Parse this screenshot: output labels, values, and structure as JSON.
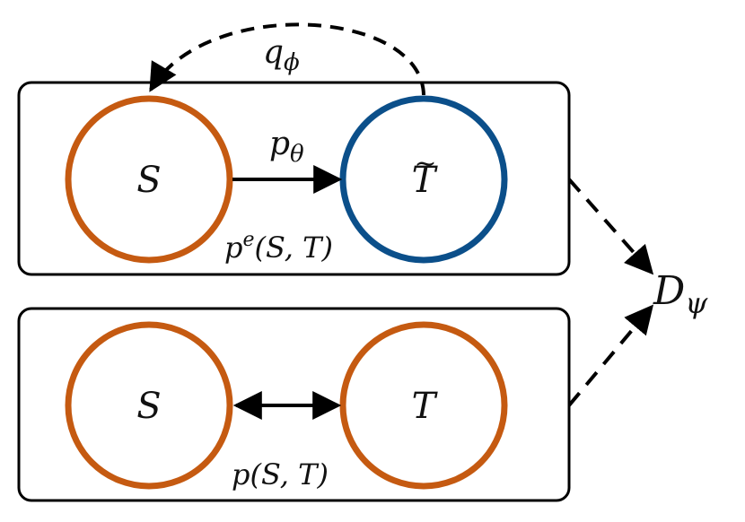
{
  "colors": {
    "orange": "#C55A11",
    "blue": "#0B4F8A",
    "stroke": "#000000"
  },
  "top_panel": {
    "node_left": {
      "var": "S"
    },
    "node_right": {
      "var": "T",
      "accent": "~"
    },
    "arrow_label": {
      "base": "p",
      "sub": "θ"
    },
    "dist_label": {
      "base": "p",
      "sup": "e",
      "args": "(S, T)"
    }
  },
  "bottom_panel": {
    "node_left": {
      "var": "S"
    },
    "node_right": {
      "var": "T"
    },
    "dist_label": {
      "base": "p",
      "args": "(S, T)"
    }
  },
  "feedback_label": {
    "base": "q",
    "sub": "ϕ"
  },
  "discriminator": {
    "base": "D",
    "sub": "ψ"
  }
}
